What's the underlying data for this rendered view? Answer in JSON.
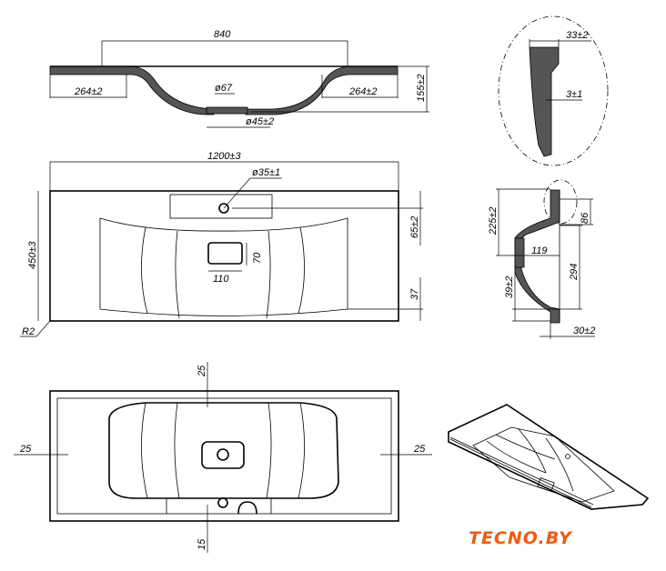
{
  "front_section": {
    "top_width": "840",
    "left_flange": "264±2",
    "right_flange": "264±2",
    "outlet_outer": "ø67",
    "outlet_inner": "ø45±2",
    "height": "155±2"
  },
  "detail": {
    "thickness": "33±2",
    "overflow_gap": "3±1"
  },
  "top_view": {
    "width": "1200±3",
    "tap_hole": "ø35±1",
    "tap_offset": "65±2",
    "depth": "450±3",
    "drain_h": "70",
    "drain_w": "110",
    "front_offset": "37",
    "corner_radius": "R2"
  },
  "side_section": {
    "rim_to_outlet": "225±2",
    "overflow": "86",
    "outlet_depth": "119",
    "bowl_depth": "294",
    "bottom": "39±2",
    "edge": "30±2"
  },
  "bottom_view": {
    "top": "25",
    "left": "25",
    "right": "25",
    "bottom": "15"
  },
  "logo": {
    "text": "TECNO.BY",
    "accent": "#f25a0c"
  }
}
